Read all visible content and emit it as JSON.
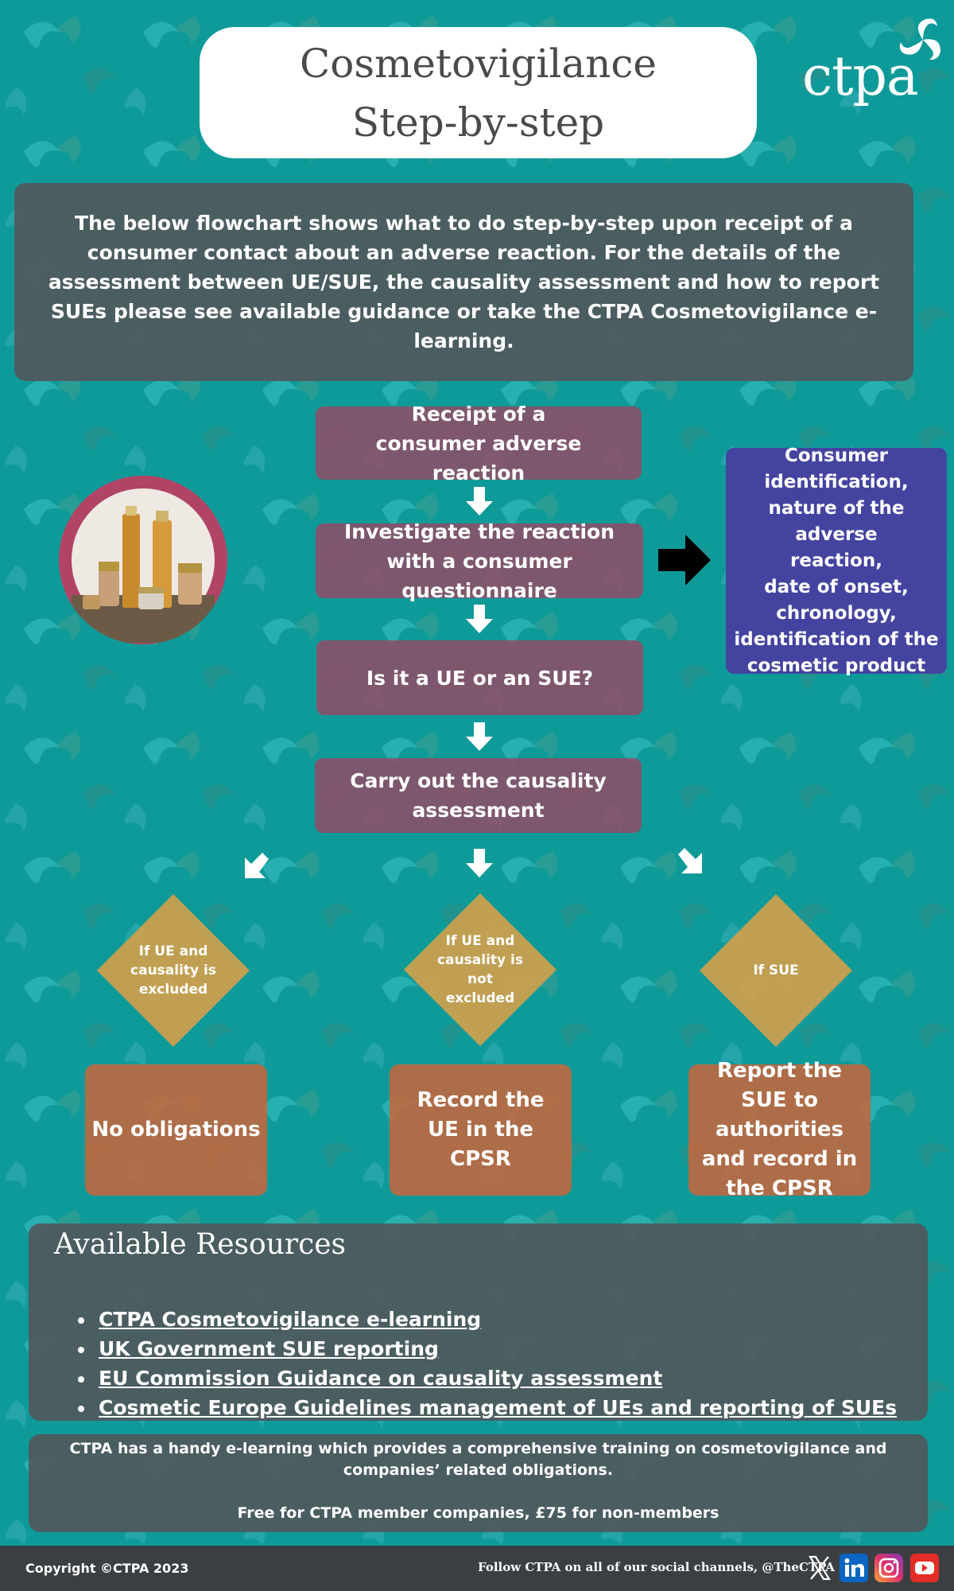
{
  "header": {
    "title_line1": "Cosmetovigilance",
    "title_line2": "Step-by-step",
    "logo_text": "ctpa"
  },
  "intro": {
    "text": "The below flowchart shows what to do step-by-step upon receipt of a consumer contact about an adverse reaction. For the details of the assessment between UE/SUE, the causality assessment and how to report SUEs please see available guidance or take the CTPA Cosmetovigilance e-learning."
  },
  "flow": {
    "steps": [
      "Receipt of a consumer adverse reaction",
      "Investigate the reaction with a consumer questionnaire",
      "Is it a UE or an SUE?",
      "Carry out the causality assessment"
    ],
    "info_lines": [
      "Consumer",
      "identification,",
      "nature of the adverse",
      "reaction,",
      "date of onset,",
      "chronology,",
      "identification of the",
      "cosmetic product"
    ],
    "decisions": [
      "If UE and causality is excluded",
      "If UE and causality is not excluded",
      "If SUE"
    ],
    "outcomes": [
      "No obligations",
      "Record the UE in the CPSR",
      "Report the SUE to authorities and record in the CPSR"
    ]
  },
  "resources": {
    "title": "Available Resources",
    "links": [
      "CTPA Cosmetovigilance e-learning",
      "UK Government SUE reporting",
      "EU Commission Guidance on causality assessment",
      "Cosmetic Europe Guidelines management of UEs and reporting of SUEs"
    ]
  },
  "elearning": {
    "line1": "CTPA has a handy e-learning which provides a comprehensive training on cosmetovigilance and",
    "line2": "companies’ related obligations.",
    "line3": "Free for CTPA member companies, £75 for non-members"
  },
  "footer": {
    "copyright": "Copyright ©CTPA 2023",
    "follow": "Follow CTPA on all of our social channels, @TheCTPA"
  },
  "colors": {
    "background": "#0f9a9a",
    "flow_box": "#96486a",
    "info_box": "#4444a0",
    "diamond": "#d4a04a",
    "outcome": "#c4663c",
    "panel": "#4f585c",
    "footer": "#3b3f42"
  },
  "icons": [
    "ctpa-swirl-logo-icon",
    "x-icon",
    "linkedin-icon",
    "instagram-icon",
    "youtube-icon",
    "arrow-down-icon",
    "arrow-right-icon"
  ]
}
